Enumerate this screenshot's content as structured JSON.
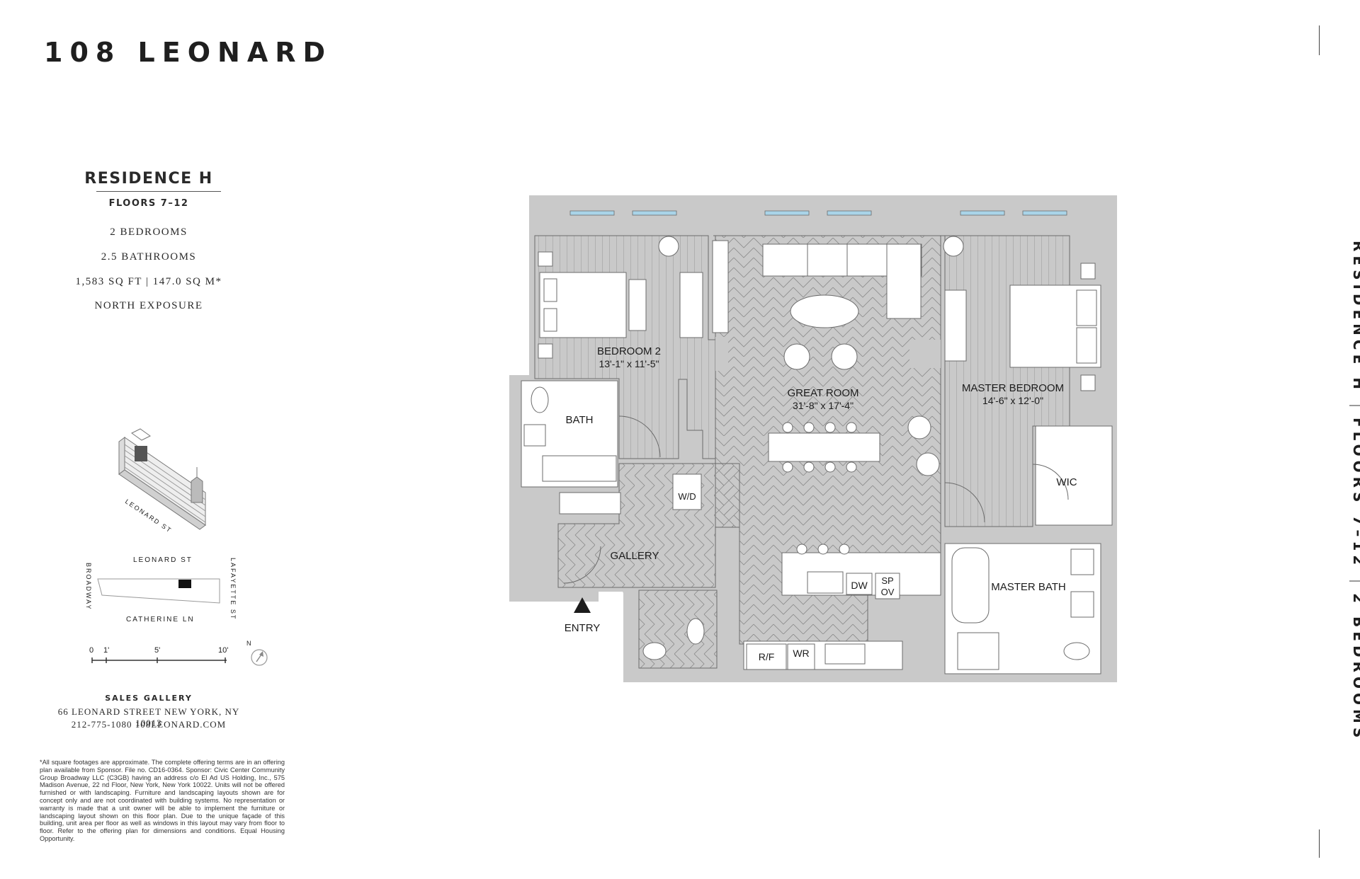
{
  "brand": "108 LEONARD",
  "residence": {
    "title": "RESIDENCE H",
    "floors": "FLOORS 7–12",
    "bedrooms": "2 BEDROOMS",
    "bathrooms": "2.5 BATHROOMS",
    "area": "1,583 SQ FT | 147.0 SQ M*",
    "exposure": "NORTH EXPOSURE"
  },
  "key_map": {
    "street_north": "LEONARD ST",
    "street_south": "CATHERINE LN",
    "street_west": "BROADWAY",
    "street_east": "LAFAYETTE ST",
    "street_iso": "LEONARD ST",
    "scale_labels": [
      "0",
      "1'",
      "5'",
      "10'"
    ],
    "north_label": "N"
  },
  "sales": {
    "heading": "SALES GALLERY",
    "address": "66 LEONARD STREET   NEW YORK, NY 10013",
    "contact": "212-775-1080   108LEONARD.COM"
  },
  "disclaimer": "*All square footages are approximate. The complete offering terms are in an offering plan available from Sponsor. File no. CD16-0364. Sponsor: Civic Center Community Group Broadway LLC (C3GB) having an address c/o El Ad US Holding, Inc., 575 Madison Avenue, 22 nd Floor, New York, New York 10022. Units will not be offered furnished or with landscaping. Furniture and landscaping layouts shown are for concept only and are not coordinated with building systems. No representation or warranty is made that a unit owner will be able to implement the furniture or landscaping layout shown on this floor plan. Due to the unique façade of this building, unit area per floor as well as windows in this layout may vary from floor to floor. Refer to the offering plan for dimensions and conditions. Equal Housing Opportunity.",
  "side_label": {
    "part1": "RESIDENCE H",
    "part2": "FLOORS 7–12",
    "part3": "2 BEDROOMS"
  },
  "plan": {
    "bedroom2": {
      "name": "BEDROOM 2",
      "dims": "13'-1\" x 11'-5\""
    },
    "great_room": {
      "name": "GREAT ROOM",
      "dims": "31'-8\" x 17'-4\""
    },
    "master_bedroom": {
      "name": "MASTER BEDROOM",
      "dims": "14'-6\" x 12'-0\""
    },
    "bath": "BATH",
    "wic": "WIC",
    "wd": "W/D",
    "gallery": "GALLERY",
    "master_bath": "MASTER BATH",
    "entry": "ENTRY",
    "dw": "DW",
    "sp": "SP",
    "ov": "OV",
    "rf": "R/F",
    "wr": "WR"
  },
  "colors": {
    "wall": "#c9c9c9",
    "line": "#6b6b6b",
    "text": "#1d1d1d",
    "window": "#a9d4e8"
  }
}
